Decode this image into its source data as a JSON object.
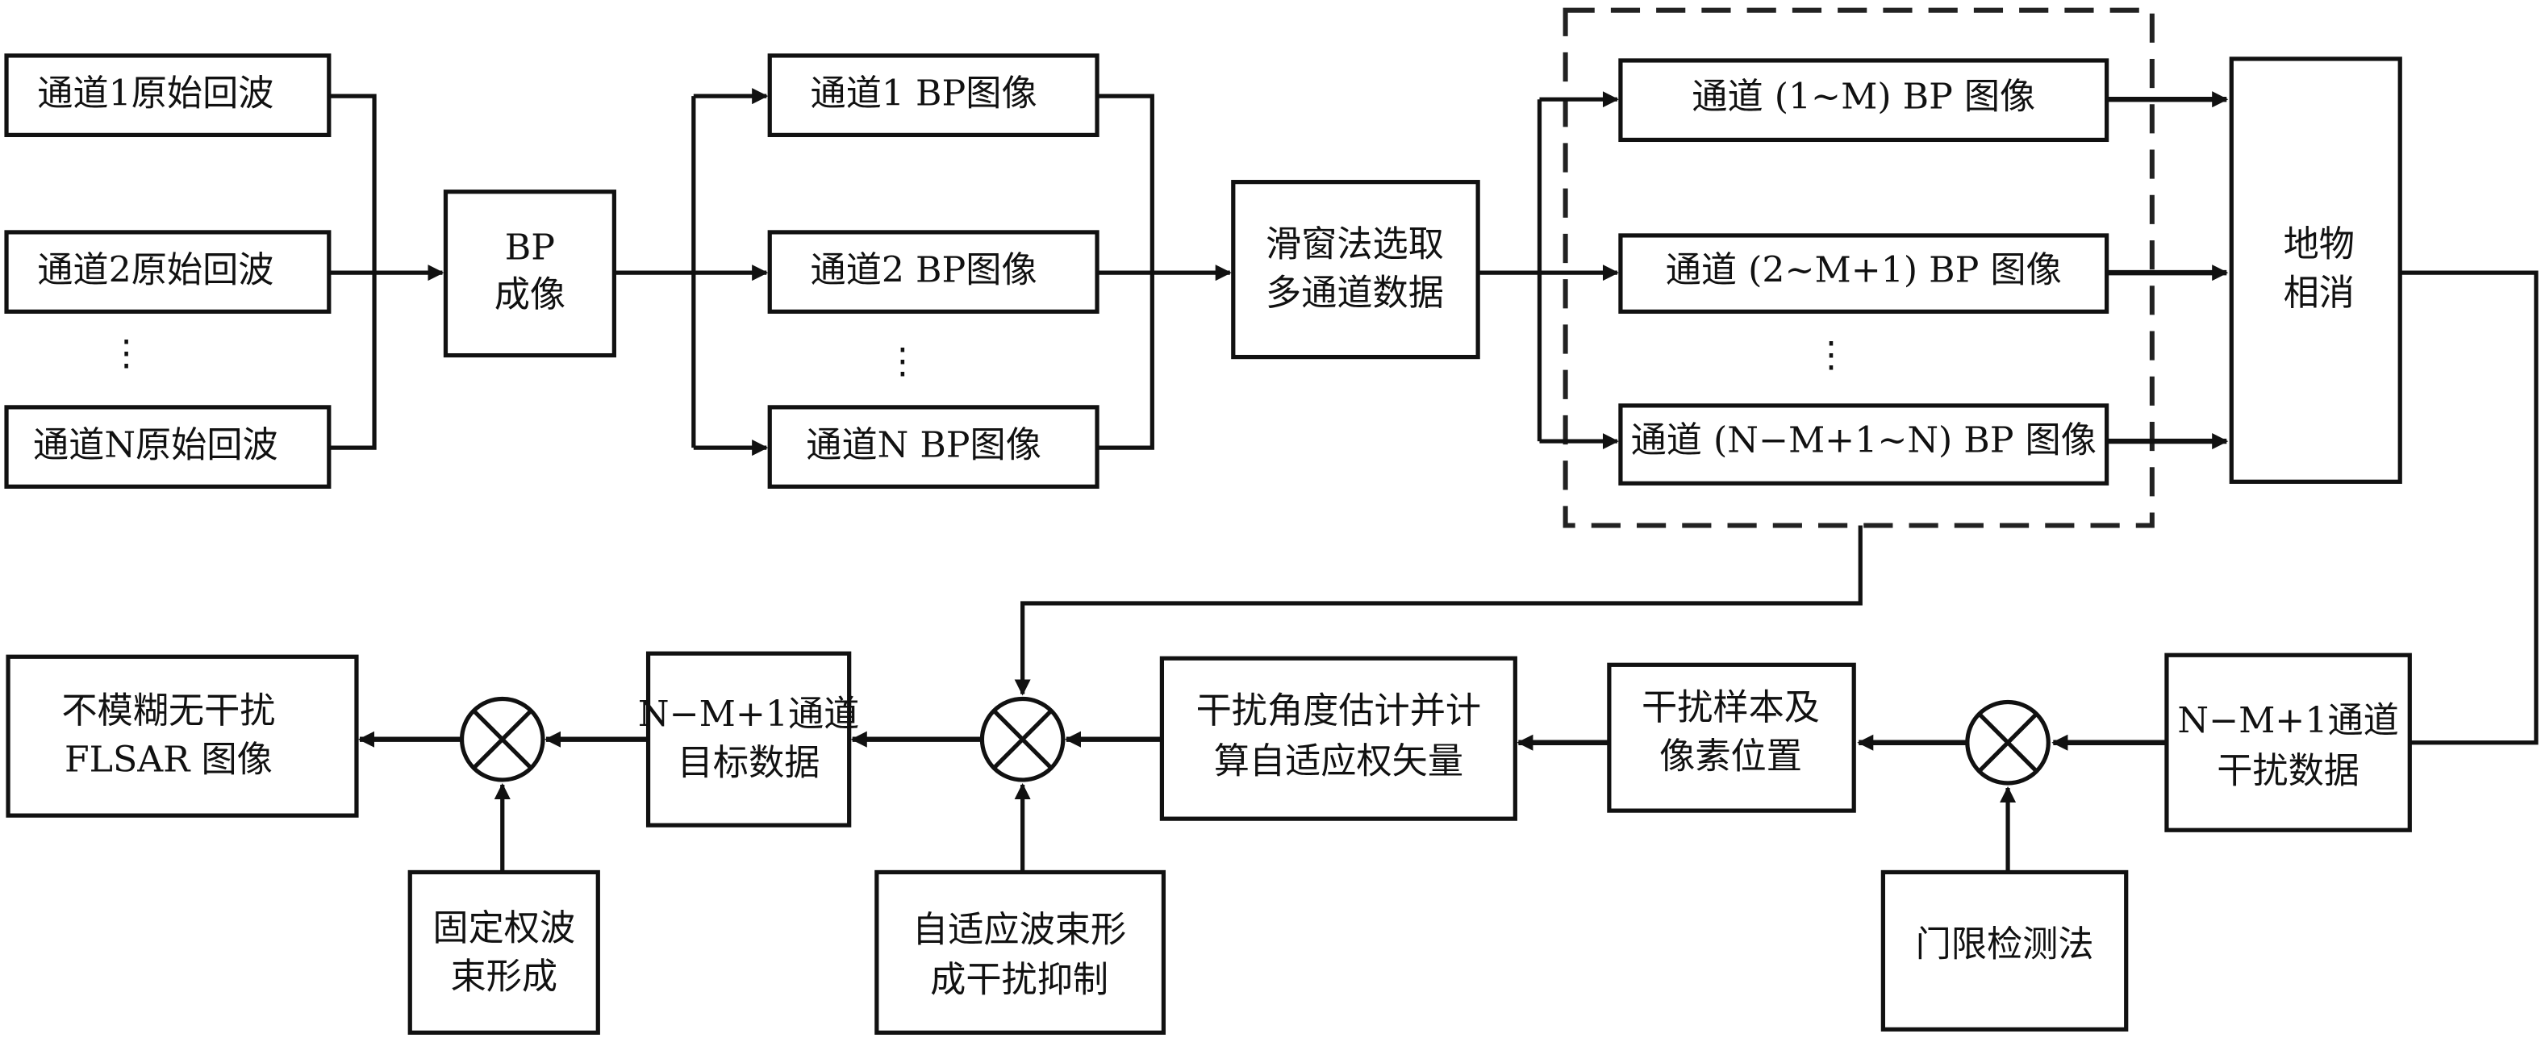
{
  "diagram": {
    "inputs": [
      "通道1原始回波",
      "通道2原始回波",
      "通道N原始回波"
    ],
    "input_ellipsis": "⋮",
    "bp_imaging": [
      "BP",
      "成像"
    ],
    "bp_images": [
      "通道1 BP图像",
      "通道2 BP图像",
      "通道N BP图像"
    ],
    "bp_ellipsis": "⋮",
    "sliding_window": [
      "滑窗法选取",
      "多通道数据"
    ],
    "group_images": [
      "通道 (1~M) BP 图像",
      "通道 (2~M+1) BP 图像",
      "通道 (N−M+1~N) BP 图像"
    ],
    "group_ellipsis": "⋮",
    "clutter_cancel": [
      "地物",
      "相消"
    ],
    "interference_data": [
      "N−M+1通道",
      "干扰数据"
    ],
    "threshold_detection": "门限检测法",
    "interference_samples": [
      "干扰样本及",
      "像素位置"
    ],
    "angle_estimation": [
      "干扰角度估计并计",
      "算自适应权矢量"
    ],
    "adaptive_beamforming": [
      "自适应波束形",
      "成干扰抑制"
    ],
    "target_data": [
      "N−M+1通道",
      "目标数据"
    ],
    "fixed_beamforming": [
      "固定权波",
      "束形成"
    ],
    "output": [
      "不模糊无干扰",
      "FLSAR 图像"
    ],
    "multiplier_symbol": "⊗"
  }
}
